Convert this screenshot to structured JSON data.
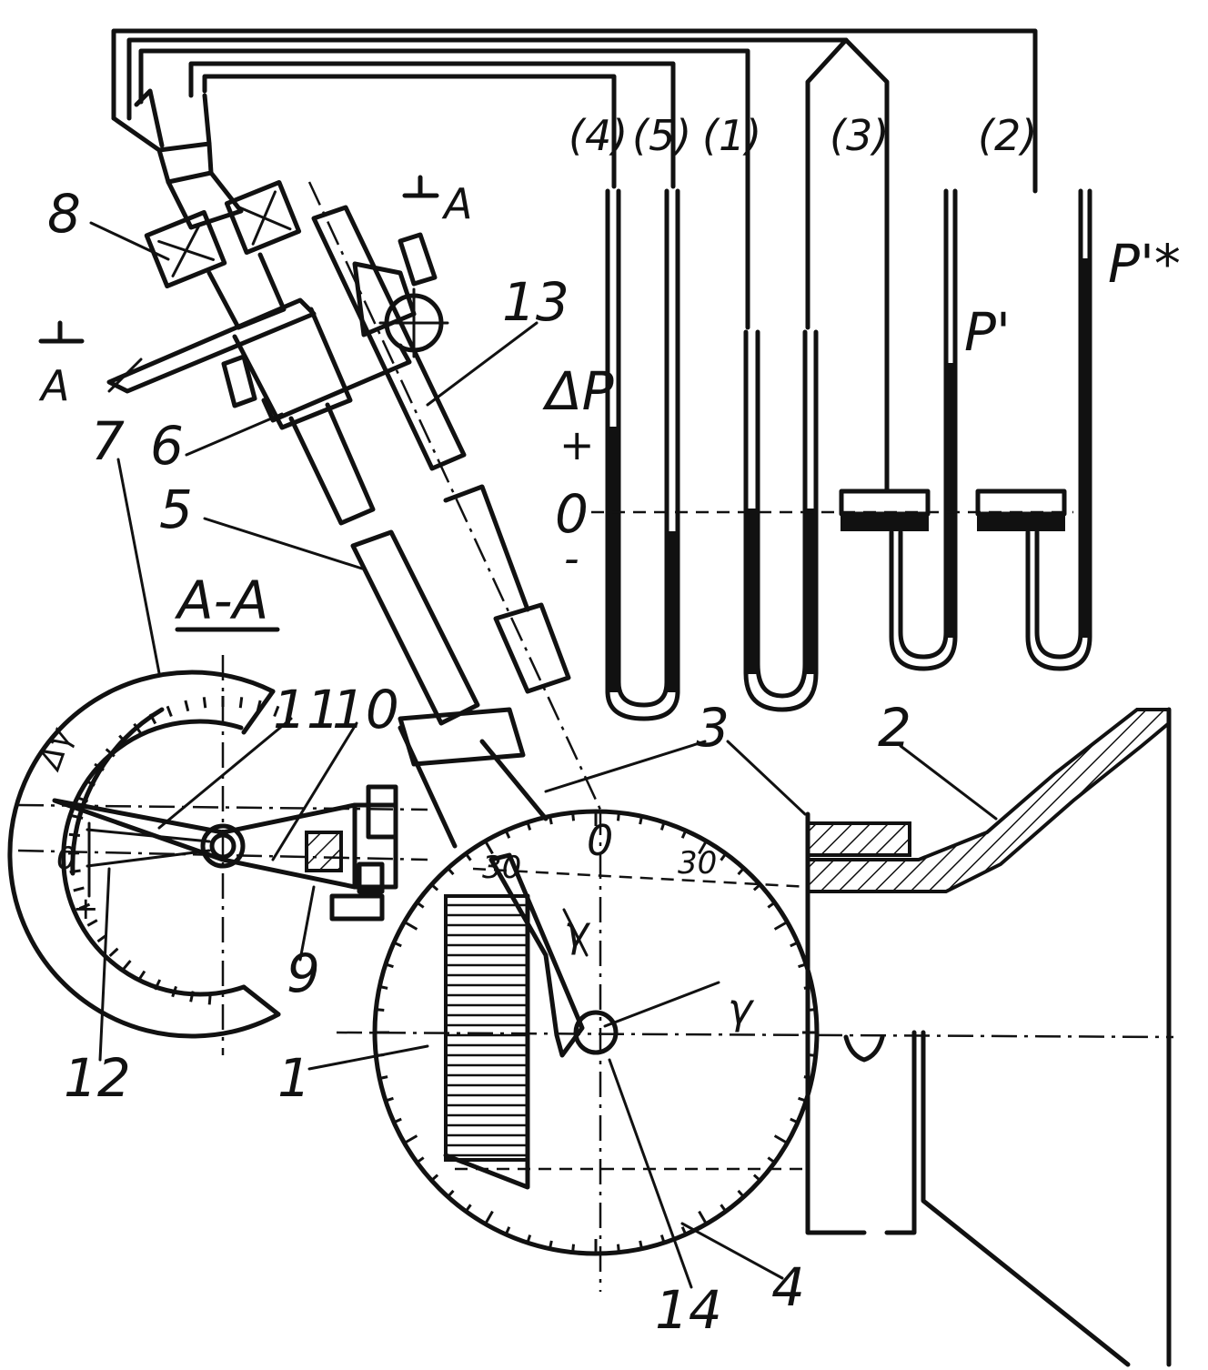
{
  "figure": {
    "part_labels": [
      "1",
      "2",
      "3",
      "4",
      "5",
      "6",
      "7",
      "8",
      "9",
      "10",
      "11",
      "12",
      "13",
      "14"
    ],
    "section_label": "A-A",
    "section_mark": "A",
    "tube_labels": [
      "(4)",
      "(5)",
      "(1)",
      "(3)",
      "(2)"
    ],
    "pressure_labels": {
      "delta_p": "ΔP",
      "plus": "+",
      "zero": "0",
      "minus": "-",
      "p_prime": "P'",
      "p_star": "P'*"
    },
    "angle_symbol": "γ",
    "dial_main_marks": [
      "0",
      "30",
      "30"
    ],
    "dial_small_marks": [
      "Δγ",
      "0",
      "+"
    ]
  }
}
